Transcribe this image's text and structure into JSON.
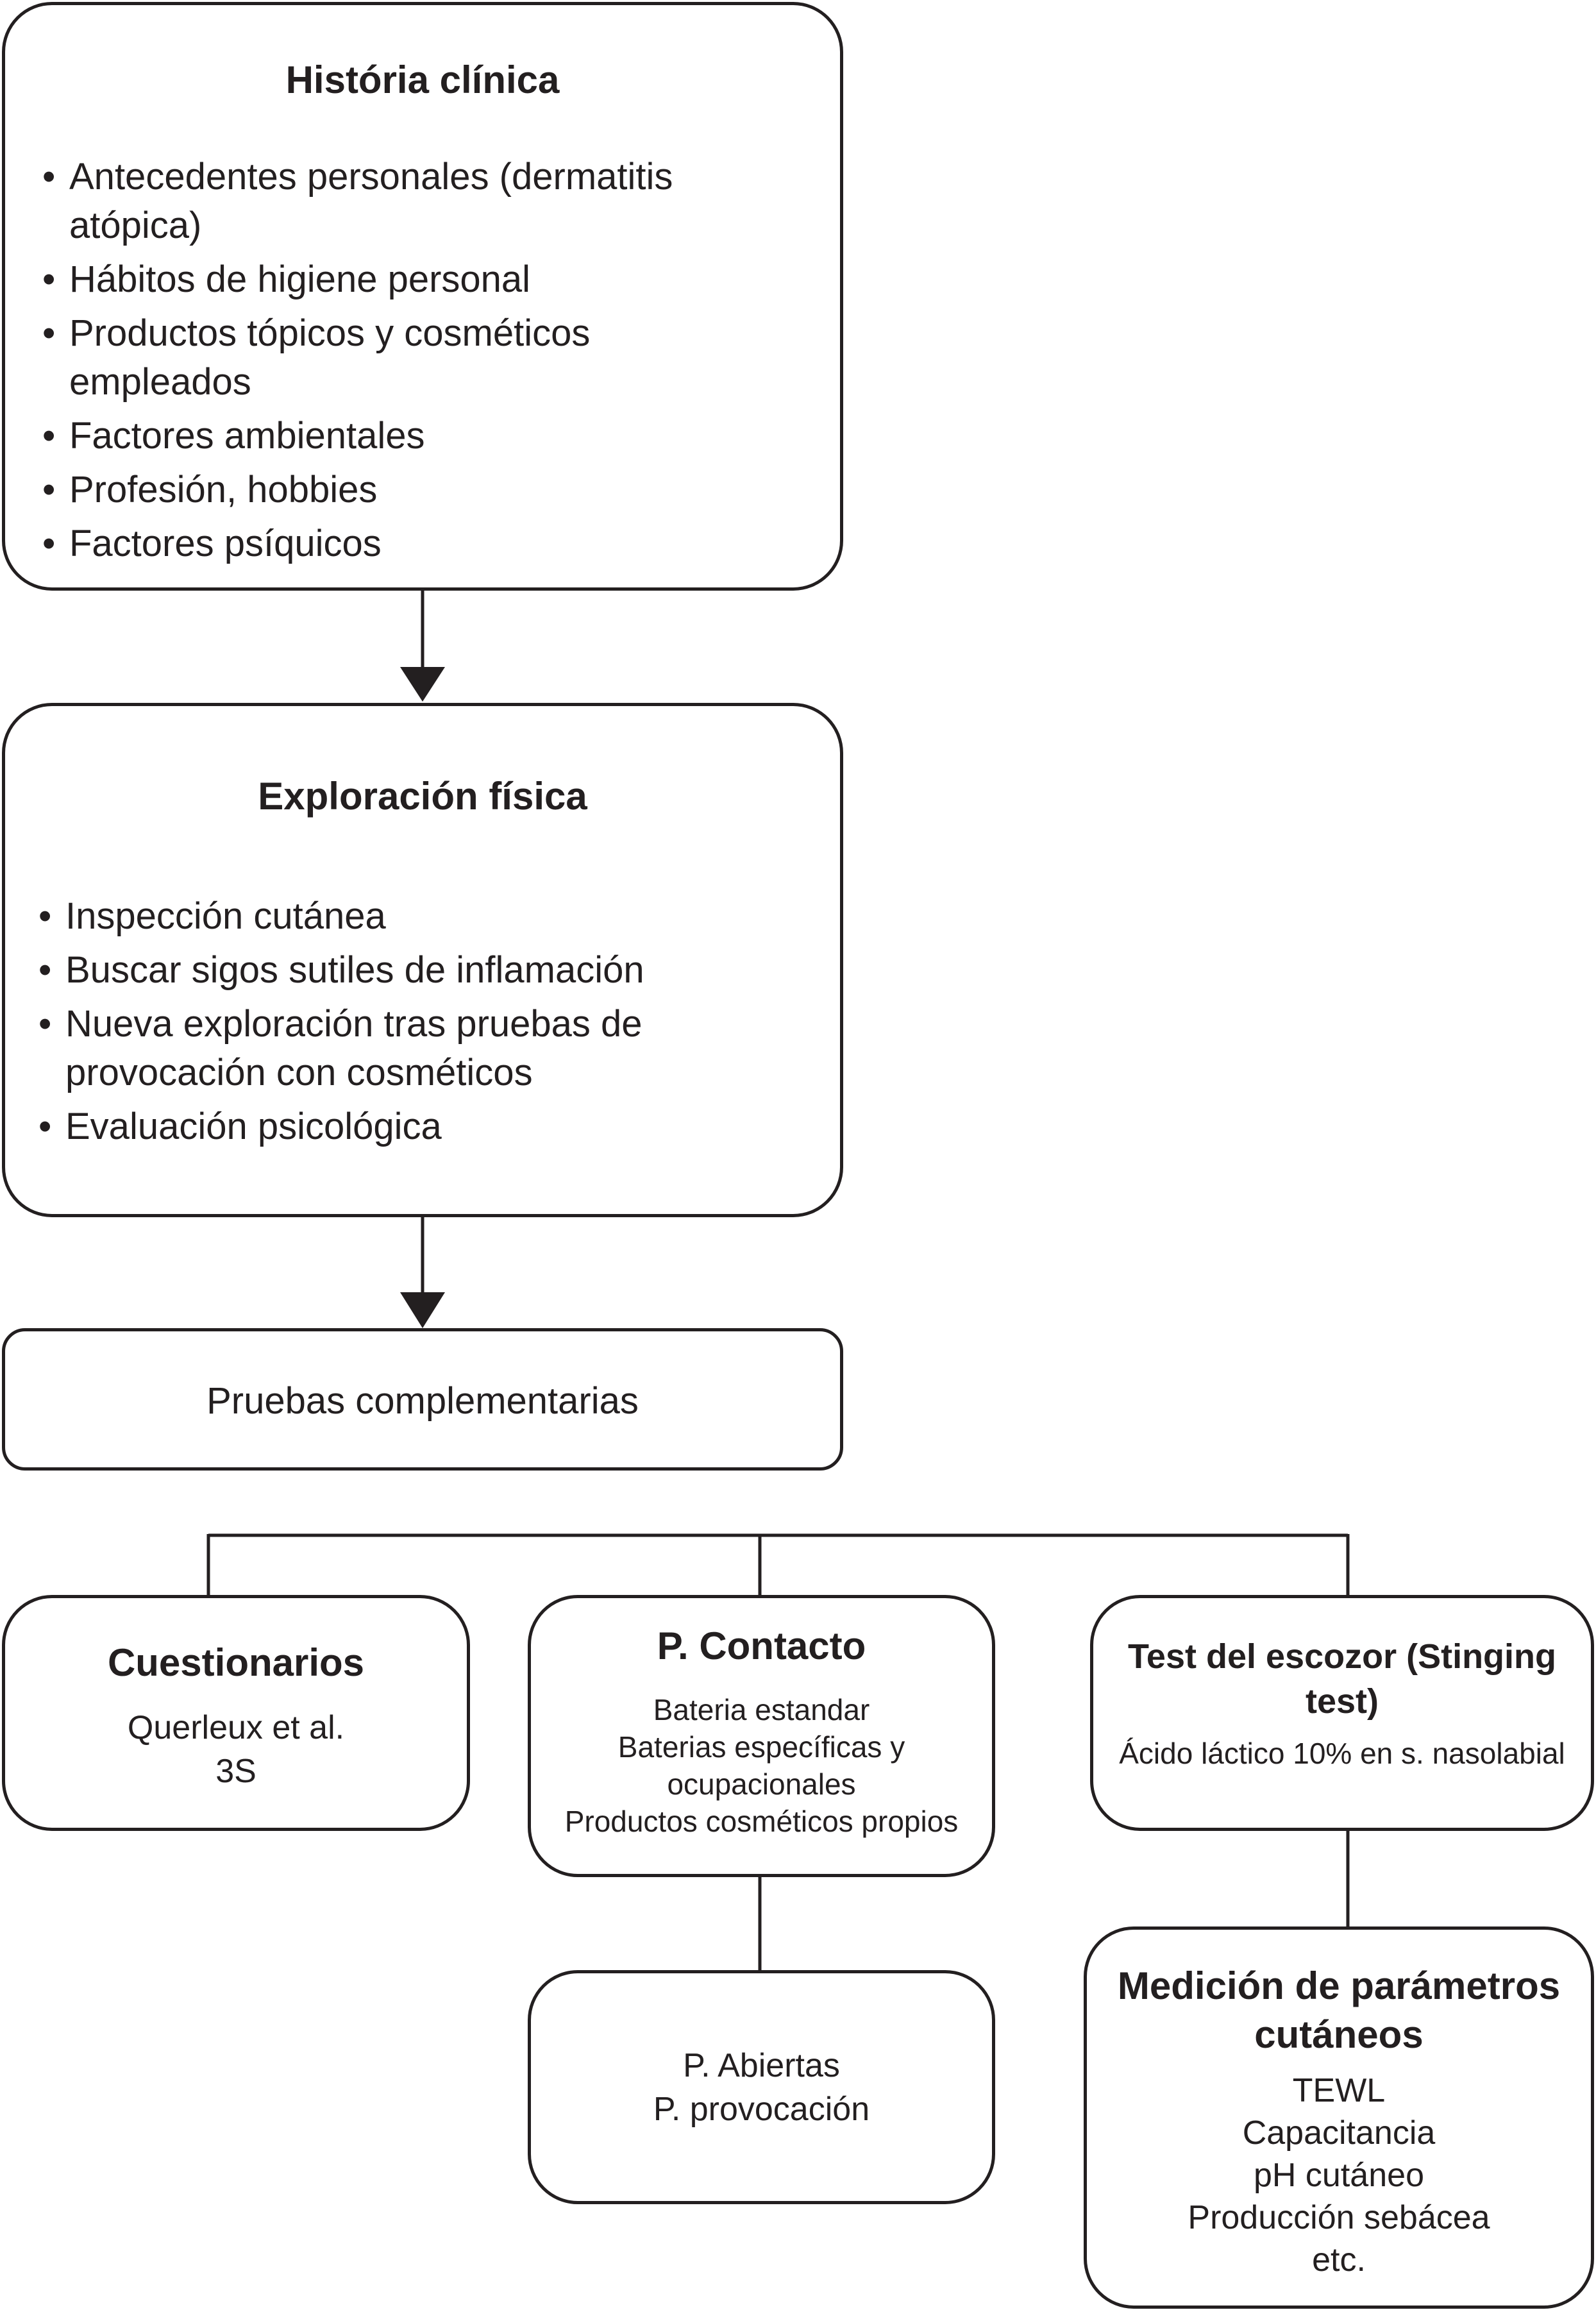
{
  "historia": {
    "title": "História clínica",
    "items": [
      "Antecedentes personales (dermatitis atópica)",
      "Hábitos de higiene personal",
      "Productos tópicos y cosméticos empleados",
      "Factores ambientales",
      "Profesión, hobbies",
      "Factores psíquicos"
    ]
  },
  "exploracion": {
    "title": "Exploración física",
    "items": [
      "Inspección cutánea",
      "Buscar sigos sutiles de inflamación",
      "Nueva exploración tras pruebas de provocación con cosméticos",
      "Evaluación psicológica"
    ]
  },
  "pruebas": {
    "label": "Pruebas complementarias"
  },
  "cuestionarios": {
    "title": "Cuestionarios",
    "lines": [
      "Querleux et al.",
      "3S"
    ]
  },
  "contacto": {
    "title": "P. Contacto",
    "lines": [
      "Bateria estandar",
      "Baterias específicas y",
      "ocupacionales",
      "Productos cosméticos propios"
    ]
  },
  "escozor": {
    "title_line1": "Test del escozor (Stinging",
    "title_line2": "test)",
    "lines": [
      "Ácido láctico 10% en s. nasolabial"
    ]
  },
  "abiertas": {
    "lines": [
      "P. Abiertas",
      "P. provocación"
    ]
  },
  "medicion": {
    "title_line1": "Medición de parámetros",
    "title_line2": "cutáneos",
    "lines": [
      "TEWL",
      "Capacitancia",
      "pH cutáneo",
      "Producción sebácea",
      "etc."
    ]
  }
}
